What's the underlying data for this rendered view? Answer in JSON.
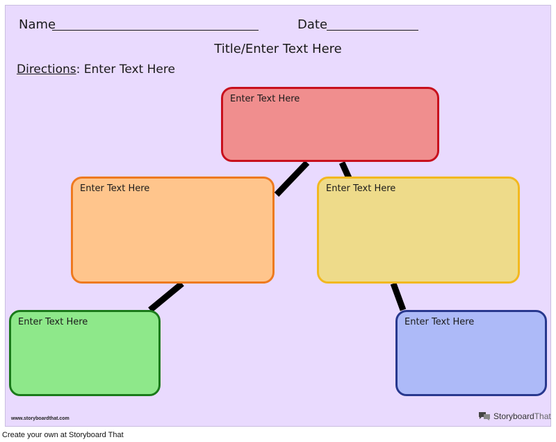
{
  "header": {
    "name_label": "Name",
    "date_label": "Date"
  },
  "title": "Title/Enter Text Here",
  "directions": {
    "label": "Directions",
    "text": ": Enter Text Here"
  },
  "boxes": [
    {
      "id": "top",
      "text": "Enter Text Here",
      "fill": "#f08e8e",
      "border": "#c8101d"
    },
    {
      "id": "middle-left",
      "text": "Enter Text Here",
      "fill": "#ffc58c",
      "border": "#ee7a1f"
    },
    {
      "id": "middle-right",
      "text": "Enter Text Here",
      "fill": "#eedb8a",
      "border": "#f2b81f"
    },
    {
      "id": "bottom-left",
      "text": "Enter Text Here",
      "fill": "#8ee88a",
      "border": "#1a7a1a"
    },
    {
      "id": "bottom-right",
      "text": "Enter Text Here",
      "fill": "#adbaf8",
      "border": "#28388e"
    }
  ],
  "footer": {
    "url": "www.storyboardthat.com",
    "brand_name": "Storyboard",
    "brand_suffix": "That",
    "caption": "Create your own at Storyboard That"
  },
  "colors": {
    "background": "#e9dafe",
    "connector": "#000000"
  },
  "icons": [
    "storyboard-that-logo-icon"
  ]
}
